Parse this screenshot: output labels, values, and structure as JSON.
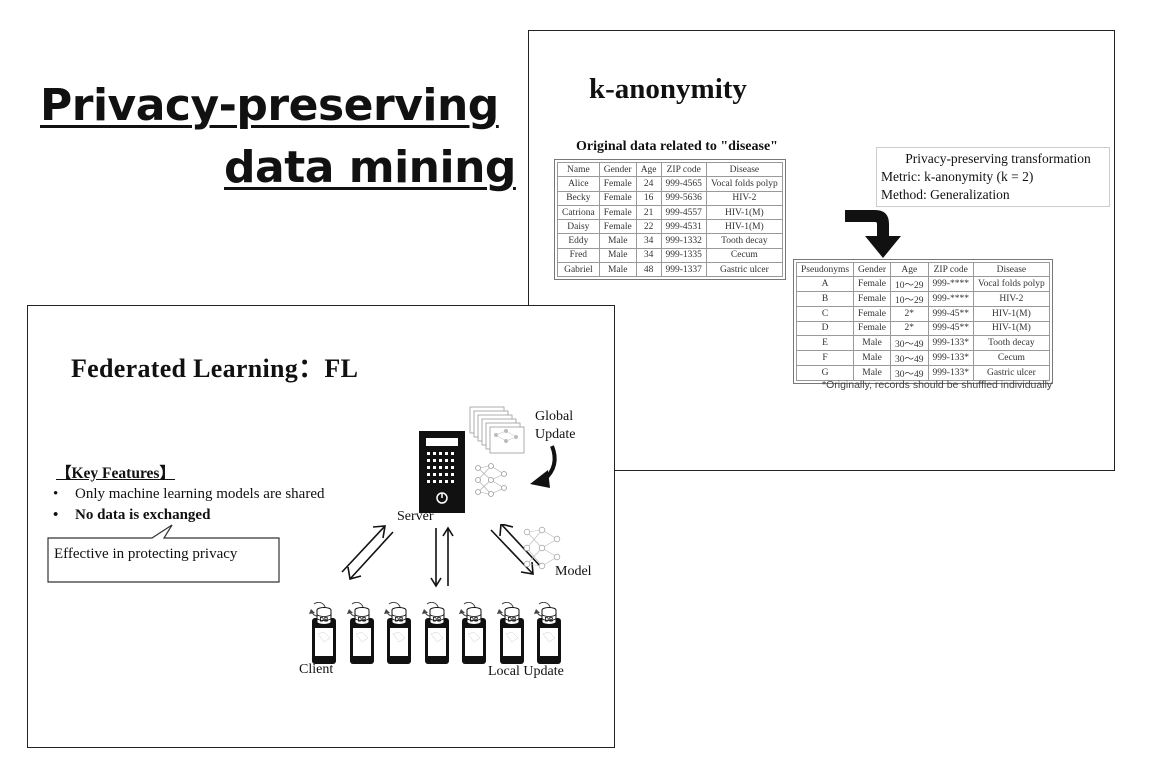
{
  "main_title": {
    "line1": "Privacy-preserving",
    "line2": "data mining"
  },
  "k_slide": {
    "title": "k-anonymity",
    "original_caption": "Original data related to \"disease\"",
    "original_table": {
      "headers": [
        "Name",
        "Gender",
        "Age",
        "ZIP code",
        "Disease"
      ],
      "rows": [
        [
          "Alice",
          "Female",
          "24",
          "999-4565",
          "Vocal folds polyp"
        ],
        [
          "Becky",
          "Female",
          "16",
          "999-5636",
          "HIV-2"
        ],
        [
          "Catriona",
          "Female",
          "21",
          "999-4557",
          "HIV-1(M)"
        ],
        [
          "Daisy",
          "Female",
          "22",
          "999-4531",
          "HIV-1(M)"
        ],
        [
          "Eddy",
          "Male",
          "34",
          "999-1332",
          "Tooth decay"
        ],
        [
          "Fred",
          "Male",
          "34",
          "999-1335",
          "Cecum"
        ],
        [
          "Gabriel",
          "Male",
          "48",
          "999-1337",
          "Gastric ulcer"
        ]
      ]
    },
    "transform_box": {
      "title": "Privacy-preserving transformation",
      "metric": "Metric: k-anonymity (k = 2)",
      "method": "Method: Generalization"
    },
    "anonymized_table": {
      "headers": [
        "Pseudonyms",
        "Gender",
        "Age",
        "ZIP code",
        "Disease"
      ],
      "rows": [
        [
          "A",
          "Female",
          "10～29",
          "999-****",
          "Vocal folds polyp"
        ],
        [
          "B",
          "Female",
          "10～29",
          "999-****",
          "HIV-2"
        ],
        [
          "C",
          "Female",
          "2*",
          "999-45**",
          "HIV-1(M)"
        ],
        [
          "D",
          "Female",
          "2*",
          "999-45**",
          "HIV-1(M)"
        ],
        [
          "E",
          "Male",
          "30～49",
          "999-133*",
          "Tooth decay"
        ],
        [
          "F",
          "Male",
          "30～49",
          "999-133*",
          "Cecum"
        ],
        [
          "G",
          "Male",
          "30～49",
          "999-133*",
          "Gastric ulcer"
        ]
      ]
    },
    "footnote": "*Originally, records should be shuffled individually"
  },
  "fl_slide": {
    "title": "Federated Learning：FL",
    "key_features_title": "【Key Features】",
    "bullet_symbol": "•",
    "bullets": [
      "Only machine learning models are shared",
      "No data is exchanged"
    ],
    "callout": "Effective in protecting privacy",
    "labels": {
      "global_line1": "Global",
      "global_line2": "Update",
      "server": "Server",
      "model": "Model",
      "client": "Client",
      "local_update": "Local Update",
      "db": "DB"
    }
  }
}
